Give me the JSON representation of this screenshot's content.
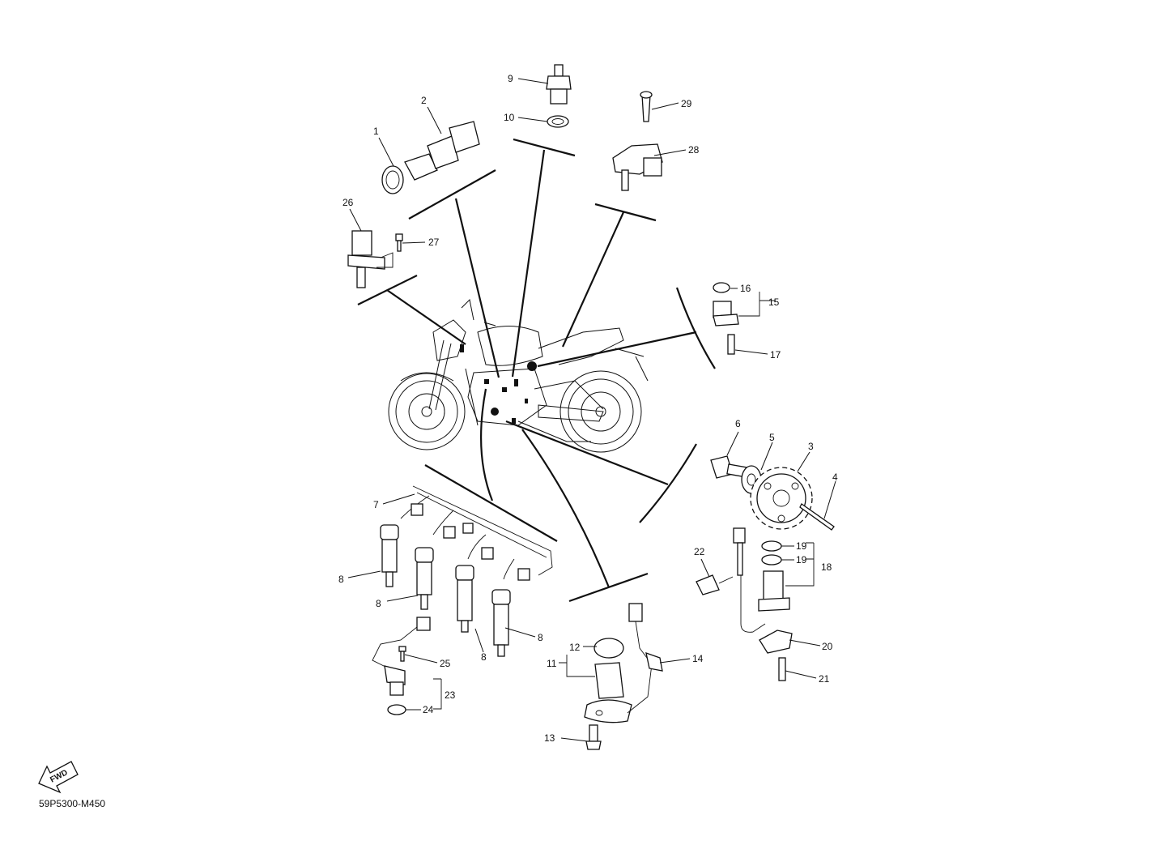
{
  "diagram": {
    "code": "59P5300-M450",
    "fwd_label": "FWD",
    "parts": [
      "1",
      "2",
      "3",
      "4",
      "5",
      "6",
      "7",
      "8",
      "8",
      "8",
      "8",
      "9",
      "10",
      "11",
      "12",
      "13",
      "14",
      "15",
      "16",
      "17",
      "18",
      "19",
      "19",
      "20",
      "21",
      "22",
      "23",
      "24",
      "25",
      "26",
      "27",
      "28",
      "29"
    ]
  }
}
